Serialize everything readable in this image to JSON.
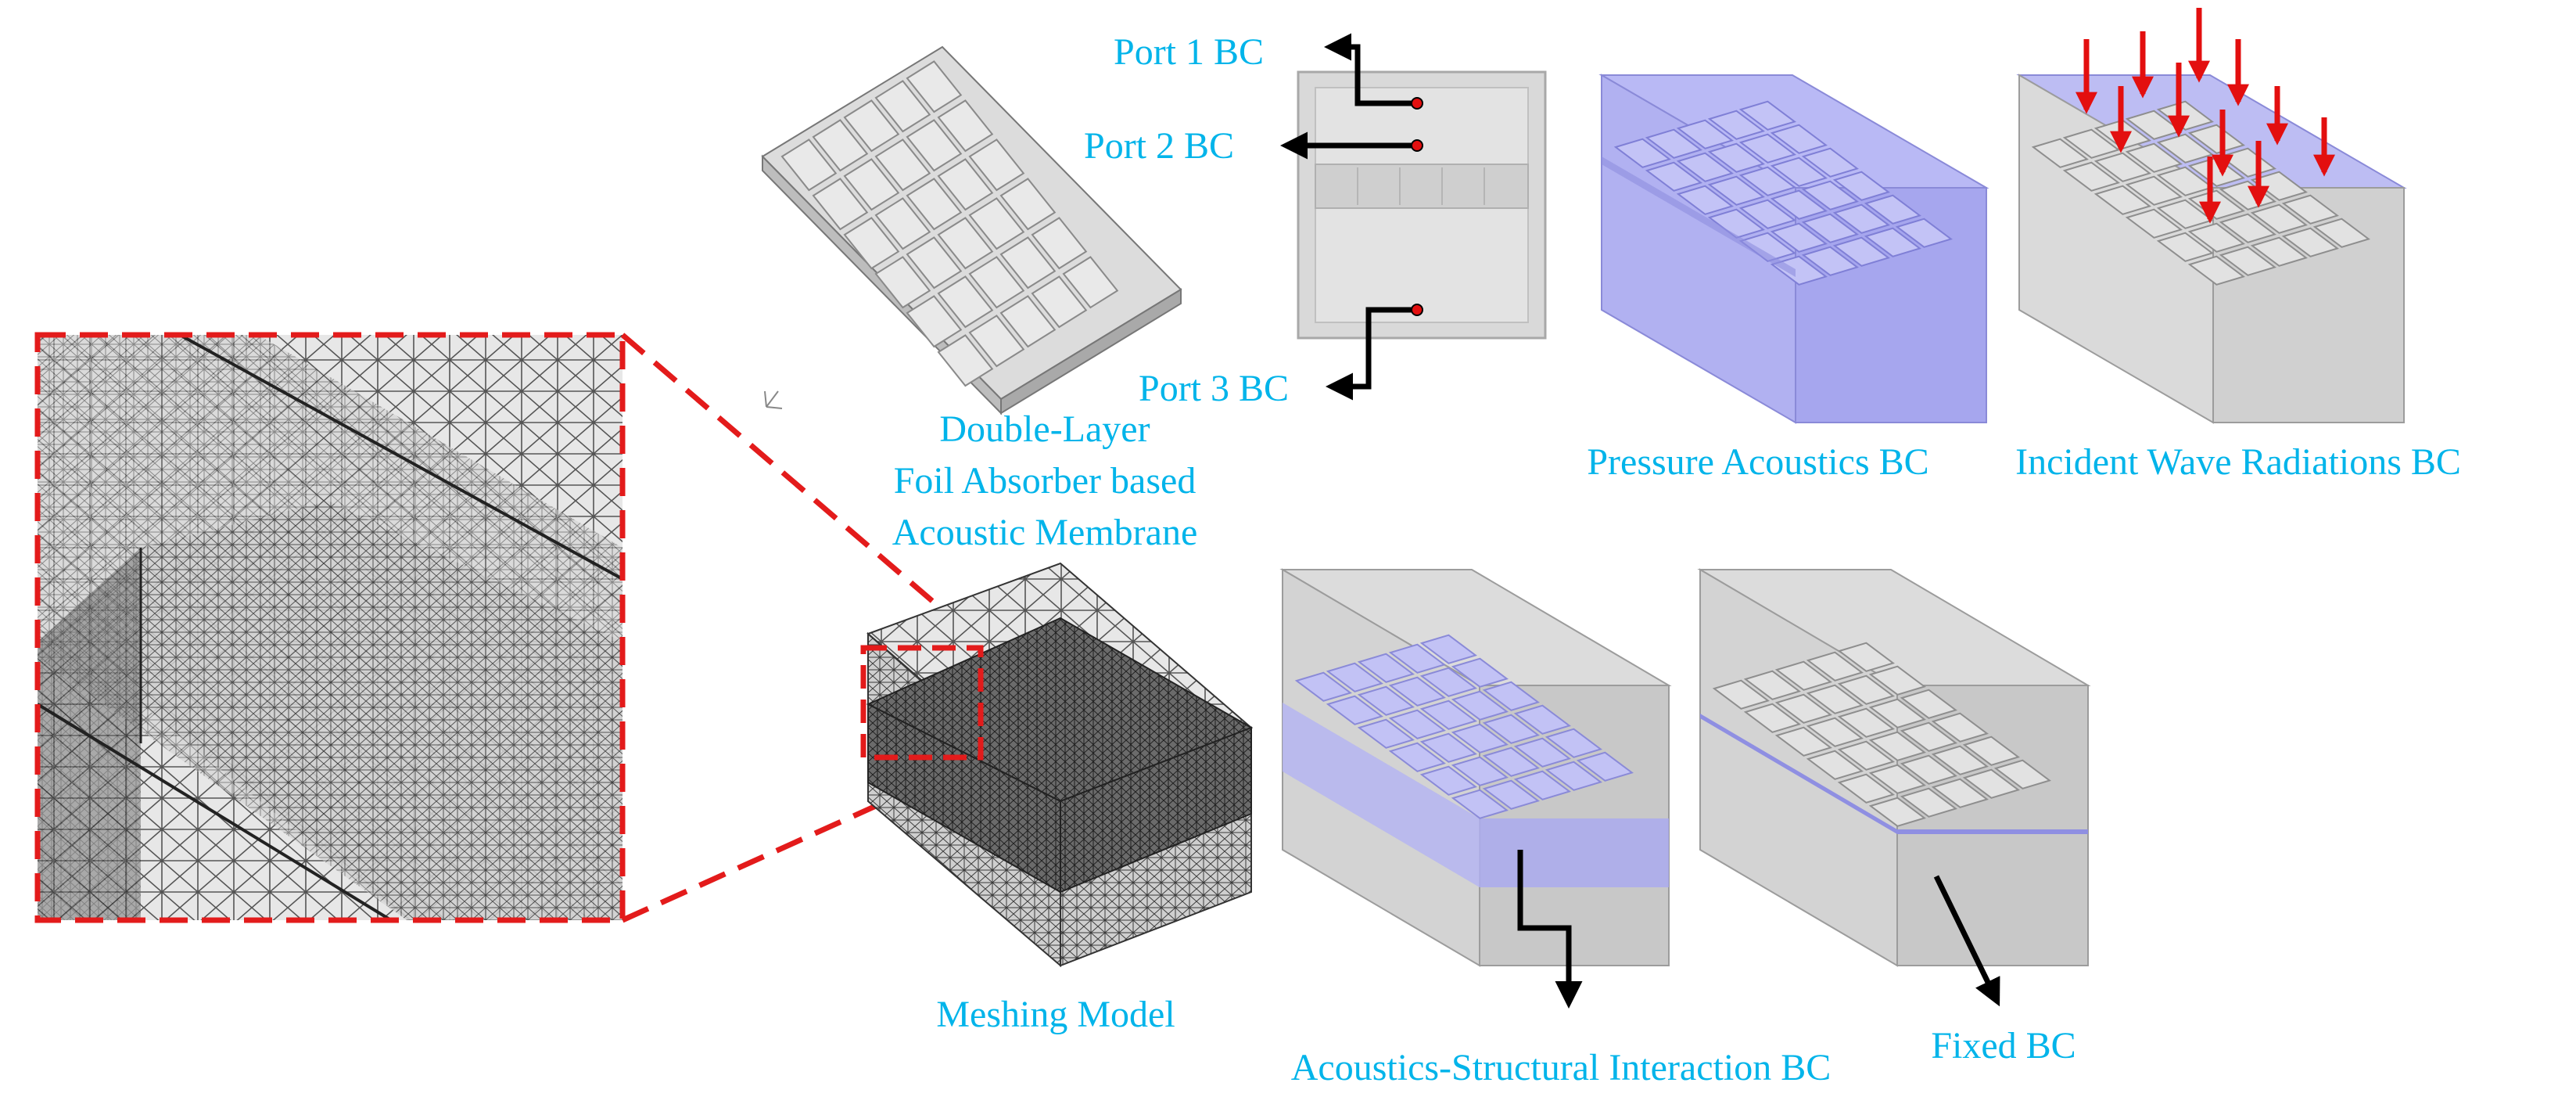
{
  "labels": {
    "port1": "Port 1 BC",
    "port2": "Port 2 BC",
    "port3": "Port 3 BC",
    "absorber_line1": "Double-Layer",
    "absorber_line2": "Foil Absorber based",
    "absorber_line3": "Acoustic Membrane",
    "pressure": "Pressure Acoustics BC",
    "incident": "Incident Wave Radiations BC",
    "meshing": "Meshing Model",
    "asi": "Acoustics-Structural Interaction BC",
    "fixed": "Fixed BC"
  },
  "colors": {
    "label": "#00b4ea",
    "highlight_blue": "#9b9bf2",
    "box_gray": "#d6d6d6",
    "zoom_dash": "#e31b1b",
    "arrow_red": "#e30f0f",
    "arrow_black": "#000000"
  }
}
